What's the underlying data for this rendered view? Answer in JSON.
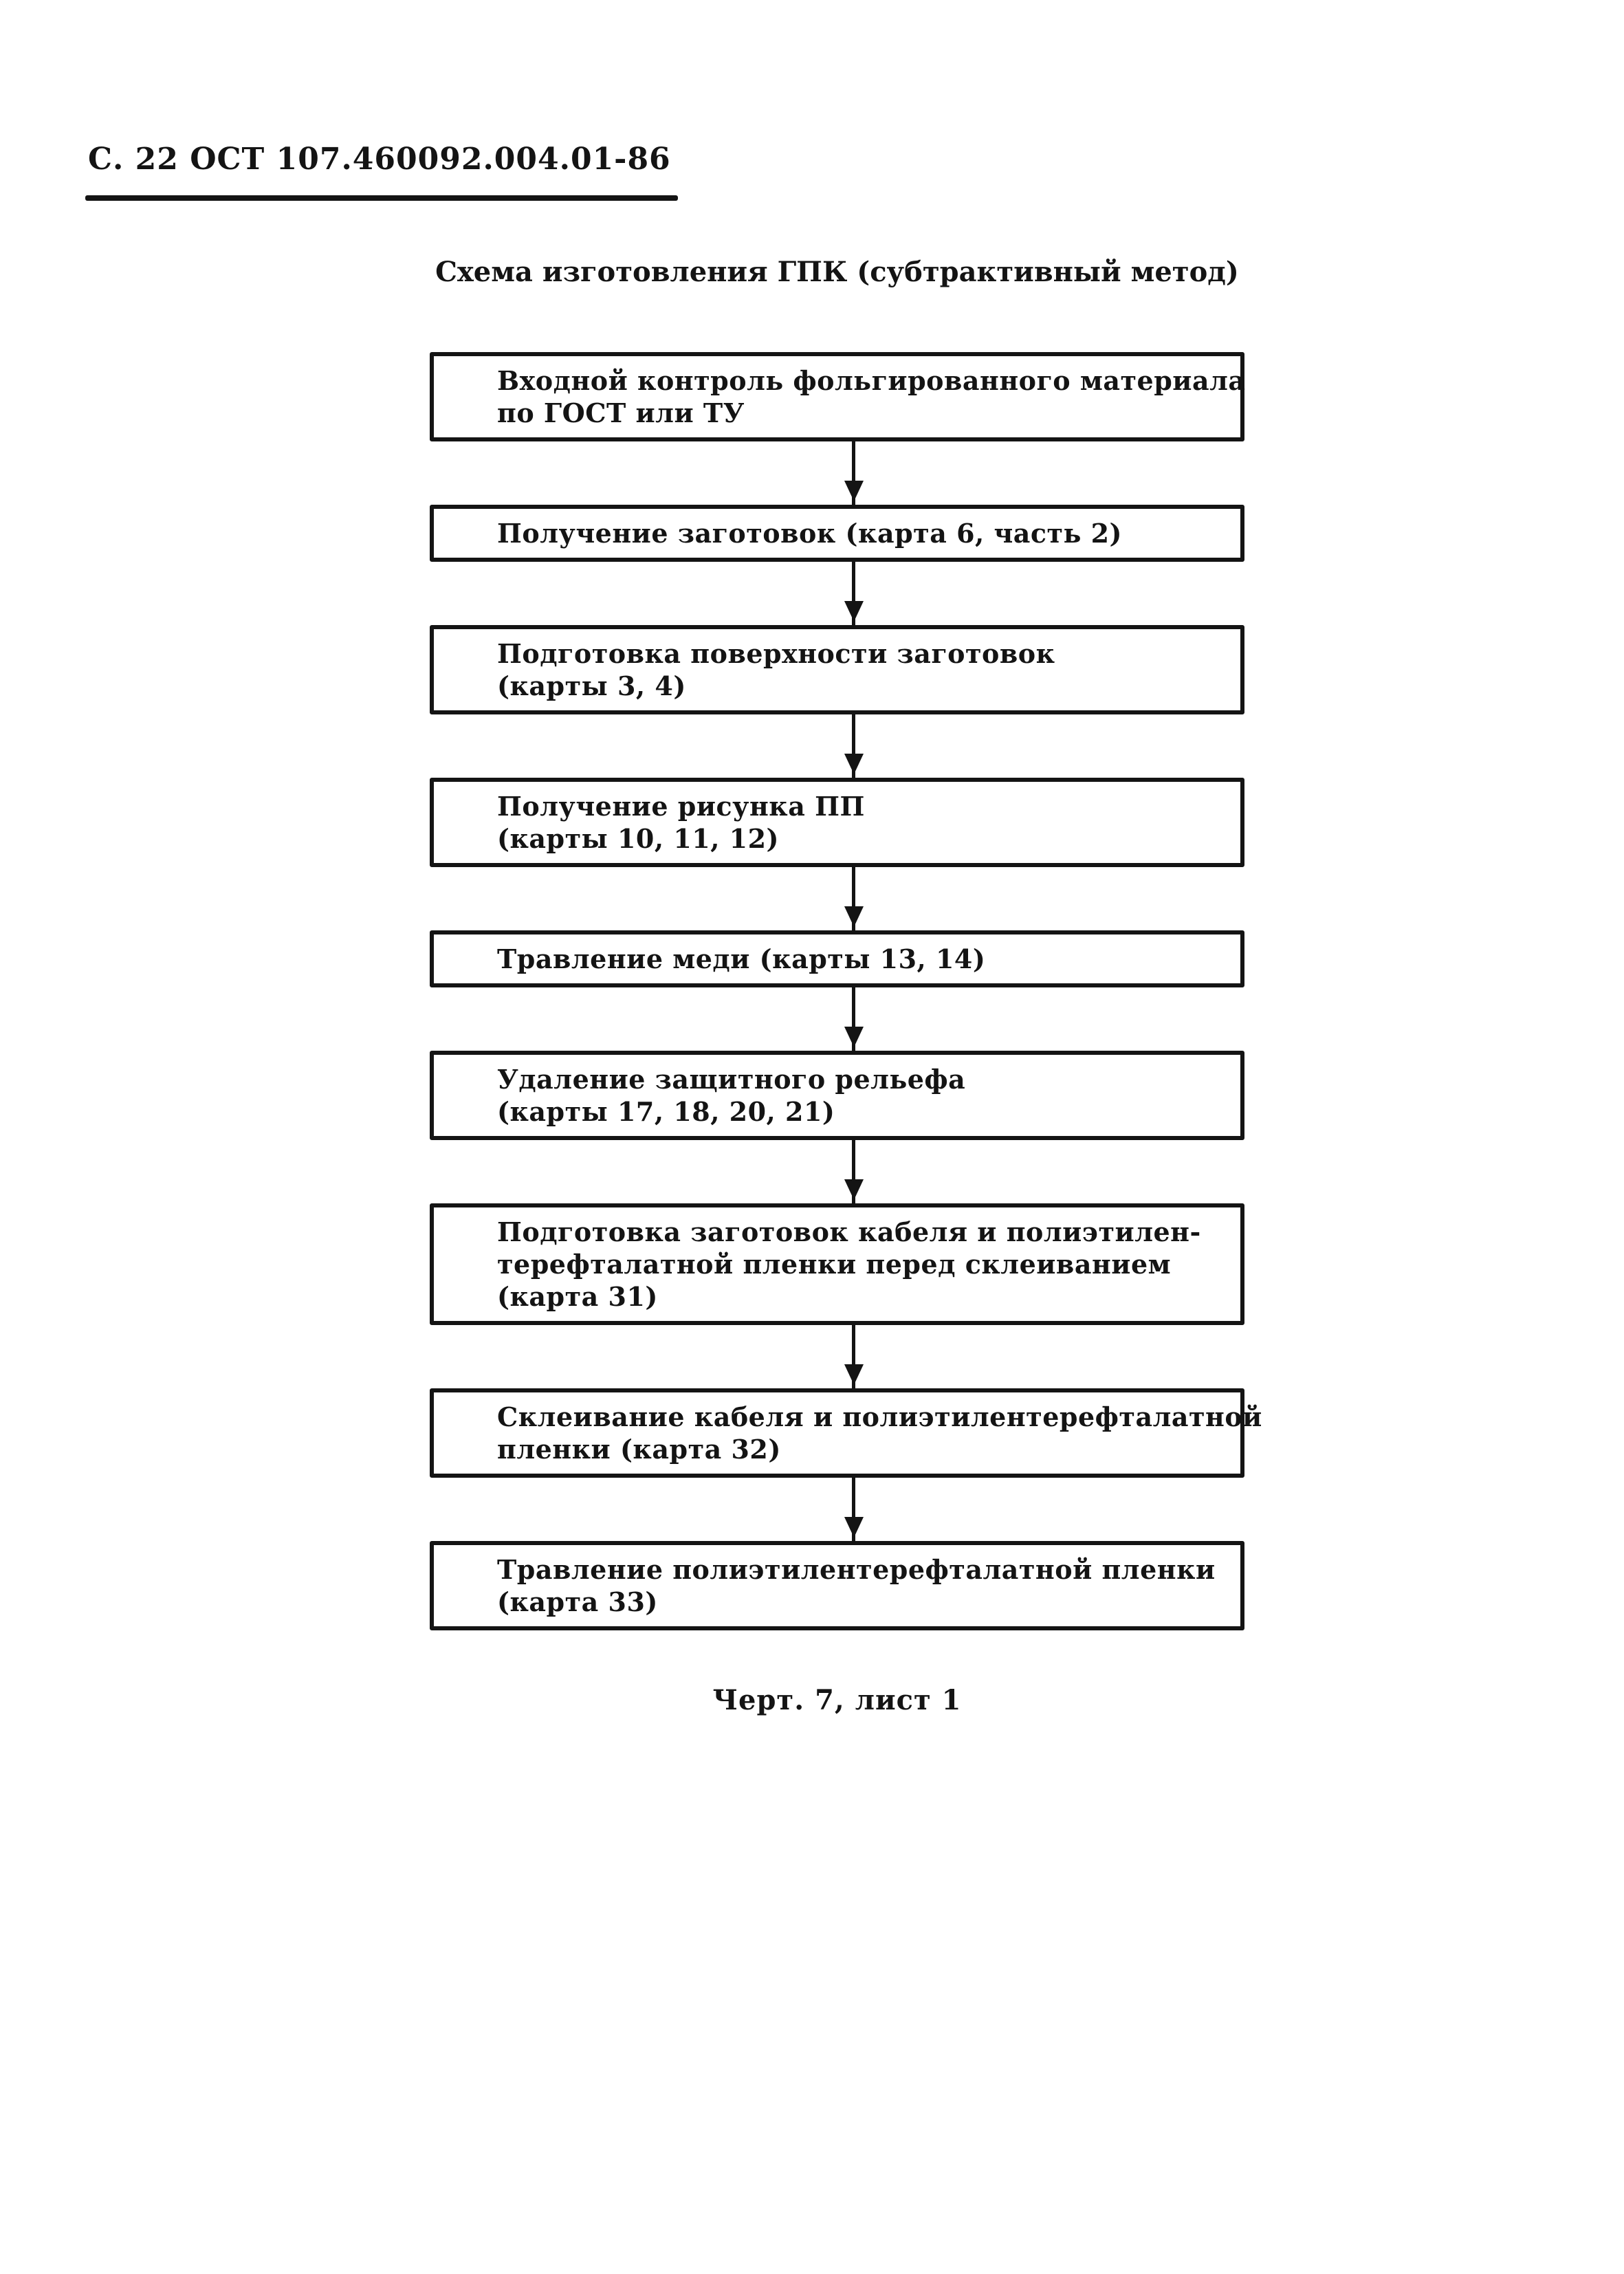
{
  "page": {
    "header": "С. 22 ОСТ 107.460092.004.01-86",
    "title": "Схема изготовления ГПК (субтрактивный метод)",
    "caption": "Черт. 7, лист 1",
    "ink_color": "#141414",
    "paper_color": "#ffffff"
  },
  "flowchart": {
    "direction": "top-down",
    "steps": [
      {
        "name": "input-control",
        "lines": [
          "Входной контроль фольгированного материала",
          "по ГОСТ или ТУ"
        ]
      },
      {
        "name": "blank-obtaining",
        "lines": [
          "Получение заготовок (карта 6, часть 2)"
        ]
      },
      {
        "name": "surface-preparation",
        "lines": [
          "Подготовка поверхности заготовок",
          "(карты 3, 4)"
        ]
      },
      {
        "name": "pattern-obtaining",
        "lines": [
          "Получение рисунка ПП",
          "(карты 10, 11, 12)"
        ]
      },
      {
        "name": "copper-etching",
        "lines": [
          "Травление меди (карты 13, 14)"
        ]
      },
      {
        "name": "resist-removal",
        "lines": [
          "Удаление защитного рельефа",
          "(карты 17, 18, 20, 21)"
        ]
      },
      {
        "name": "gluing-preparation",
        "lines": [
          "Подготовка заготовок кабеля и полиэтилен-",
          "терефталатной пленки перед склеиванием",
          "(карта 31)"
        ]
      },
      {
        "name": "film-gluing",
        "lines": [
          "Склеивание кабеля и полиэтилентерефталатной",
          "пленки (карта 32)"
        ]
      },
      {
        "name": "film-etching",
        "lines": [
          "Травление полиэтилентерефталатной пленки",
          "(карта 33)"
        ]
      }
    ]
  }
}
